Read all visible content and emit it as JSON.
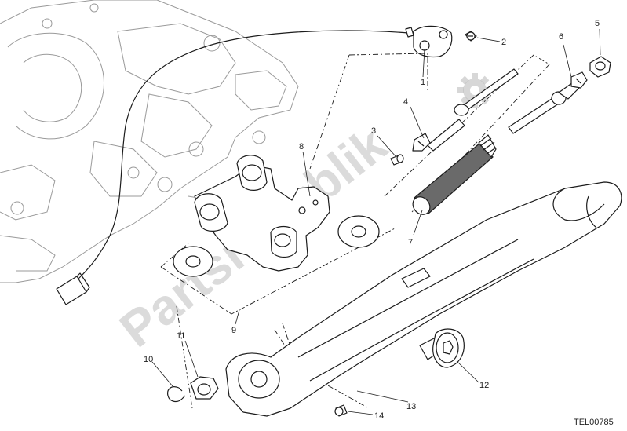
{
  "diagram": {
    "reference_code": "TEL00785",
    "watermark_text": "Partsrepublik",
    "callouts": [
      {
        "id": "p1",
        "label": "1"
      },
      {
        "id": "p2",
        "label": "2"
      },
      {
        "id": "p3",
        "label": "3"
      },
      {
        "id": "p4",
        "label": "4"
      },
      {
        "id": "p5",
        "label": "5"
      },
      {
        "id": "p6",
        "label": "6"
      },
      {
        "id": "p7",
        "label": "7"
      },
      {
        "id": "p8",
        "label": "8"
      },
      {
        "id": "p9",
        "label": "9"
      },
      {
        "id": "p10",
        "label": "10"
      },
      {
        "id": "p11",
        "label": "11"
      },
      {
        "id": "p12",
        "label": "12"
      },
      {
        "id": "p13",
        "label": "13"
      },
      {
        "id": "p14",
        "label": "14"
      }
    ]
  }
}
